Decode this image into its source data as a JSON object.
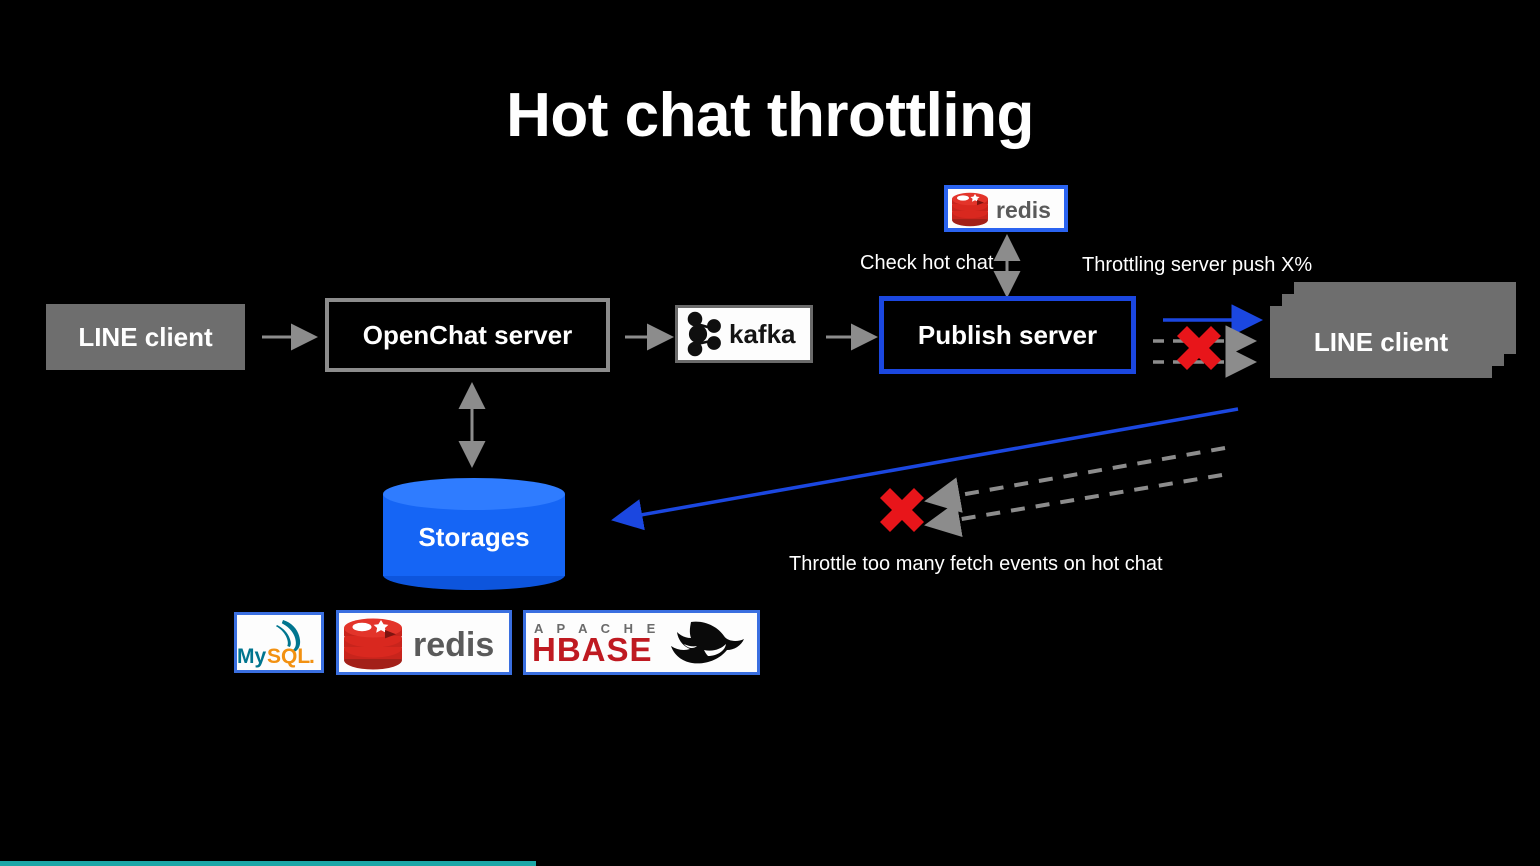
{
  "slide": {
    "title": "Hot chat throttling",
    "background_color": "#000000"
  },
  "nodes": {
    "line_client_left": {
      "label": "LINE client",
      "fill": "#6e6e6e"
    },
    "openchat_server": {
      "label": "OpenChat server",
      "border": "#8c8c8c"
    },
    "publish_server": {
      "label": "Publish server",
      "border": "#1b47e0"
    },
    "line_client_right": {
      "label": "LINE client",
      "fill": "#6e6e6e",
      "stack_count": 3
    },
    "storages": {
      "label": "Storages",
      "fill": "#1565f5"
    }
  },
  "logos": {
    "kafka_top": {
      "name": "kafka",
      "wordmark": "kafka"
    },
    "redis_top": {
      "name": "redis",
      "wordmark": "redis"
    },
    "mysql": {
      "name": "mysql",
      "wordmark_my": "My",
      "wordmark_sql": "SQL",
      "wordmark_dot": "."
    },
    "redis_bottom": {
      "name": "redis",
      "wordmark": "redis"
    },
    "hbase": {
      "name": "apache-hbase",
      "wordmark_apache": "A P A C H E",
      "wordmark_hbase": "HBASE"
    }
  },
  "captions": {
    "check_hot_chat": "Check hot chat",
    "throttling_push": "Throttling server push X%",
    "throttle_fetch": "Throttle too many fetch events on hot chat"
  },
  "markers": {
    "blocked_symbol": "red-x",
    "blocked_color": "#e8151a"
  },
  "colors": {
    "accent_blue": "#1b47e0",
    "arrow_gray": "#8c8c8c",
    "storage_blue": "#1565f5",
    "progress_teal": "#1aa7a7",
    "text_white": "#ffffff"
  },
  "progress_bar": {
    "percent": 35
  }
}
